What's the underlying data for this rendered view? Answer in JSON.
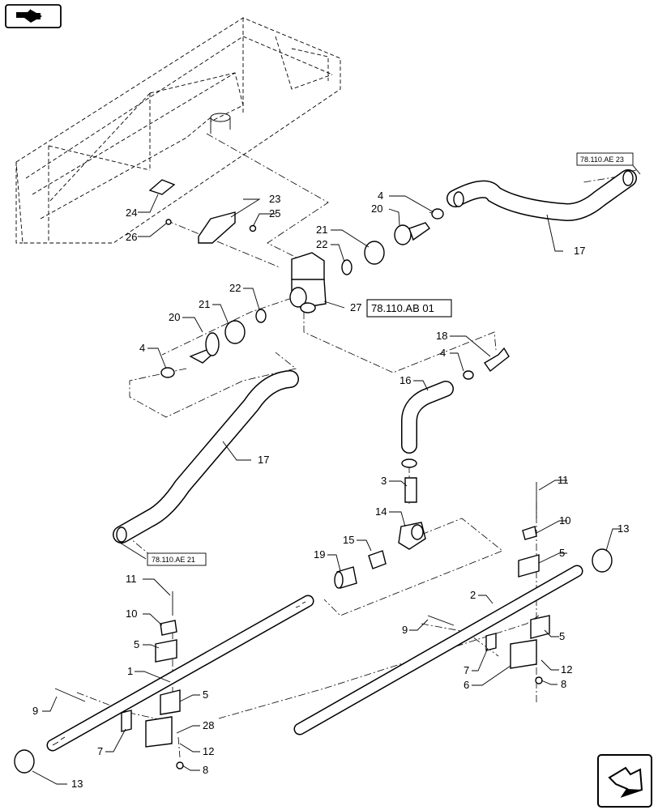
{
  "callouts": [
    {
      "id": "c23",
      "text": "23"
    },
    {
      "id": "c24",
      "text": "24"
    },
    {
      "id": "c25",
      "text": "25"
    },
    {
      "id": "c26",
      "text": "26"
    },
    {
      "id": "c4a",
      "text": "4"
    },
    {
      "id": "c20a",
      "text": "20"
    },
    {
      "id": "c21a",
      "text": "21"
    },
    {
      "id": "c22a",
      "text": "22"
    },
    {
      "id": "c17a",
      "text": "17"
    },
    {
      "id": "c22b",
      "text": "22"
    },
    {
      "id": "c21b",
      "text": "21"
    },
    {
      "id": "c20b",
      "text": "20"
    },
    {
      "id": "c4b",
      "text": "4"
    },
    {
      "id": "c27",
      "text": "27"
    },
    {
      "id": "c18",
      "text": "18"
    },
    {
      "id": "c4c",
      "text": "4"
    },
    {
      "id": "c16",
      "text": "16"
    },
    {
      "id": "c17b",
      "text": "17"
    },
    {
      "id": "c3",
      "text": "3"
    },
    {
      "id": "c14",
      "text": "14"
    },
    {
      "id": "c15",
      "text": "15"
    },
    {
      "id": "c19",
      "text": "19"
    },
    {
      "id": "c11a",
      "text": "11"
    },
    {
      "id": "c10a",
      "text": "10"
    },
    {
      "id": "c5a",
      "text": "5"
    },
    {
      "id": "c13a",
      "text": "13"
    },
    {
      "id": "c2",
      "text": "2"
    },
    {
      "id": "c9a",
      "text": "9"
    },
    {
      "id": "c5b",
      "text": "5"
    },
    {
      "id": "c7a",
      "text": "7"
    },
    {
      "id": "c12a",
      "text": "12"
    },
    {
      "id": "c6",
      "text": "6"
    },
    {
      "id": "c8a",
      "text": "8"
    },
    {
      "id": "c11b",
      "text": "11"
    },
    {
      "id": "c10b",
      "text": "10"
    },
    {
      "id": "c5c",
      "text": "5"
    },
    {
      "id": "c1",
      "text": "1"
    },
    {
      "id": "c9b",
      "text": "9"
    },
    {
      "id": "c5d",
      "text": "5"
    },
    {
      "id": "c28",
      "text": "28"
    },
    {
      "id": "c7b",
      "text": "7"
    },
    {
      "id": "c12b",
      "text": "12"
    },
    {
      "id": "c8b",
      "text": "8"
    },
    {
      "id": "c13b",
      "text": "13"
    }
  ],
  "references": {
    "ref_ae23": "78.110.AE 23",
    "ref_ab01": "78.110.AB 01",
    "ref_ae21": "78.110.AE 21"
  },
  "icons": {
    "top_left": "book-arrow-icon",
    "bottom_right": "next-page-arrow-icon"
  }
}
